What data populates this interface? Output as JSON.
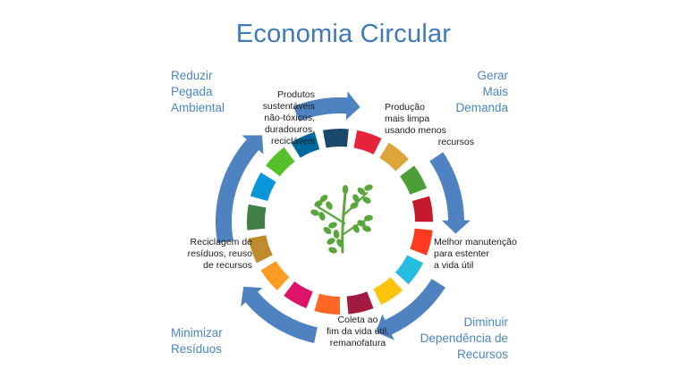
{
  "title": "Economia Circular",
  "corners": {
    "top_left": [
      "Reduzir",
      "Pegada",
      "Ambiental"
    ],
    "top_right": [
      "Gerar",
      "Mais",
      "Demanda"
    ],
    "bottom_left": [
      "Minimizar",
      "Resíduos"
    ],
    "bottom_right": [
      "Diminuir",
      "Dependência de",
      "Recursos"
    ]
  },
  "steps": {
    "produtos": [
      "Produtos",
      "sustentáveis",
      "não-tóxicos,",
      "duradouros,",
      "recicláveis"
    ],
    "producao": [
      "Produção",
      "mais limpa",
      "usando menos",
      "recursos"
    ],
    "manutencao": [
      "Melhor manutenção",
      "para estenter",
      "a vida útil"
    ],
    "coleta": [
      "Coleta ao",
      "fim da vida útil,",
      "remanofatura"
    ],
    "reciclagem": [
      "Reciclagem de",
      "resíduos, reuso",
      "de recursos"
    ]
  },
  "colors": {
    "title": "#3f7ab8",
    "arrow": "#4f82c0",
    "leaf": "#5aa63c",
    "segments": [
      "#e5243b",
      "#dda63a",
      "#4c9f38",
      "#c5192d",
      "#ff3a21",
      "#26bde2",
      "#fcc30b",
      "#a21942",
      "#fd6925",
      "#dd1367",
      "#fd9d24",
      "#bf8b2e",
      "#3f7e44",
      "#0a97d9",
      "#56c02b",
      "#00689d",
      "#19486a"
    ]
  }
}
